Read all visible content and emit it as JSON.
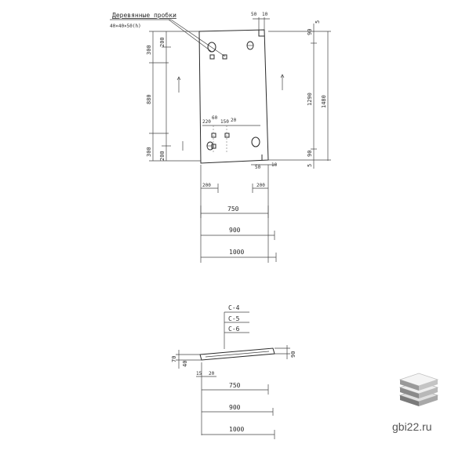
{
  "annotation": {
    "title": "Деревянные пробки",
    "size": "40×40×50(h)"
  },
  "front_view": {
    "dims_left": [
      "300",
      "200",
      "880",
      "300",
      "200"
    ],
    "dims_right": [
      "90",
      "5",
      "1290",
      "1480",
      "90",
      "5"
    ],
    "dims_top": [
      "50",
      "10"
    ],
    "dims_bottom": [
      "50",
      "10"
    ],
    "dims_holes": [
      "220",
      "60",
      "150",
      "20"
    ],
    "dims_bottom_edges": [
      "200",
      "200"
    ],
    "dims_widths": [
      "750",
      "900",
      "1000"
    ]
  },
  "section": {
    "marks": [
      "С-4",
      "С-5",
      "С-6"
    ],
    "dims_side": [
      "70",
      "40"
    ],
    "dim_right": "90",
    "dim_bottom_left": "15",
    "dim_bottom_mid": "20",
    "dims_widths": [
      "750",
      "900",
      "1000"
    ]
  },
  "watermark": {
    "site": "gbi22.ru"
  }
}
